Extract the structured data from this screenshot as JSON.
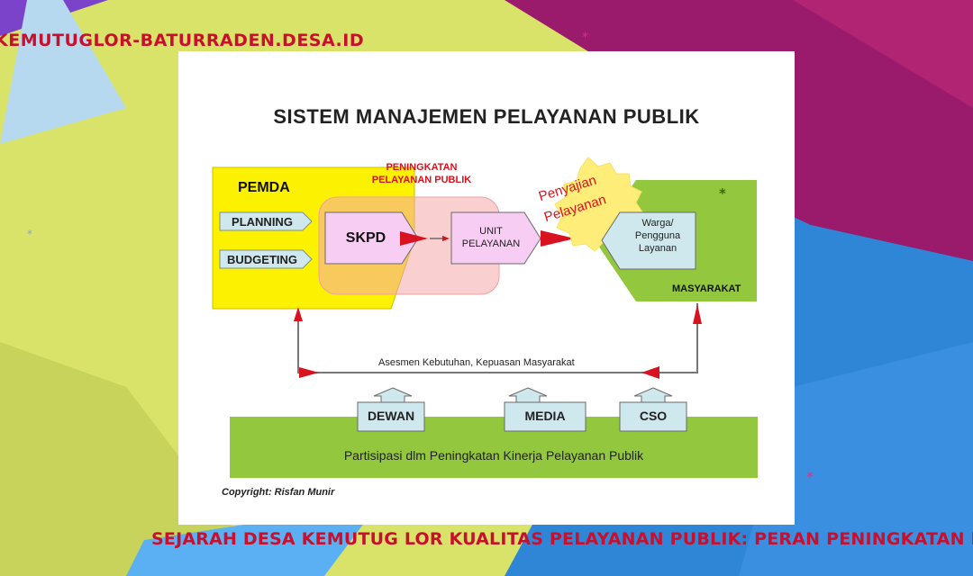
{
  "site": {
    "label": "KEMUTUGLOR-BATURRADEN.DESA.ID"
  },
  "article": {
    "title": "SEJARAH DESA KEMUTUG LOR KUALITAS PELAYANAN PUBLIK: PERAN PENINGKATAN KINERJA PERANGKAT DESA"
  },
  "diagram": {
    "title": "SISTEM MANAJEMEN PELAYANAN PUBLIK",
    "pemda": "PEMDA",
    "planning": "PLANNING",
    "budgeting": "BUDGETING",
    "peningkatan_line1": "PENINGKATAN",
    "peningkatan_line2": "PELAYANAN PUBLIK",
    "skpd": "SKPD",
    "unit_line1": "UNIT",
    "unit_line2": "PELAYANAN",
    "penyajian_line1": "Penyajian",
    "penyajian_line2": "Pelayanan",
    "warga_line1": "Warga/",
    "warga_line2": "Pengguna",
    "warga_line3": "Layanan",
    "masyarakat": "MASYARAKAT",
    "asesmen": "Asesmen Kebutuhan, Kepuasan Masyarakat",
    "dewan": "DEWAN",
    "media": "MEDIA",
    "cso": "CSO",
    "partisipasi": "Partisipasi dlm Peningkatan Kinerja Pelayanan Publik",
    "copyright": "Copyright: Risfan Munir"
  },
  "colors": {
    "pemda_yellow": "#fcf200",
    "masyarakat_green": "#93c83e",
    "box_pink": "#f7cdf3",
    "box_blue": "#cfe8ee",
    "arrow_red": "#d8121e",
    "title_red": "#c8102e"
  }
}
